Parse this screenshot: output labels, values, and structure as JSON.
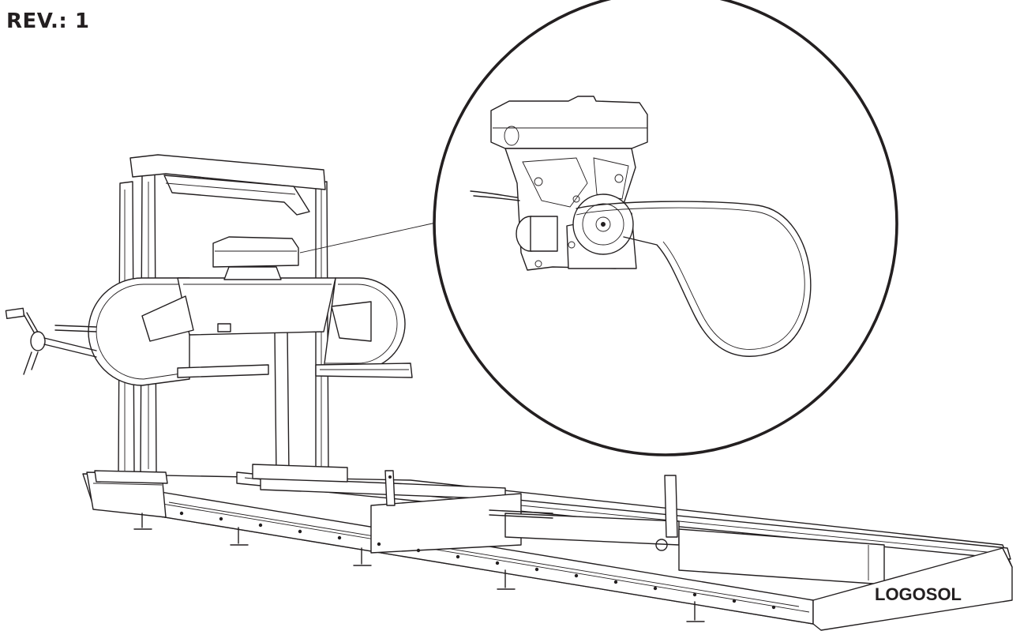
{
  "header": {
    "revision": "REV.: 1"
  },
  "drawing": {
    "brand_plate": "LOGOSOL",
    "icons": [
      "sawmill-frame",
      "band-saw-head",
      "engine",
      "crank-handle",
      "detail-magnifier",
      "drive-belt",
      "pulley"
    ]
  },
  "colors": {
    "line": "#231f20",
    "background": "#ffffff"
  }
}
